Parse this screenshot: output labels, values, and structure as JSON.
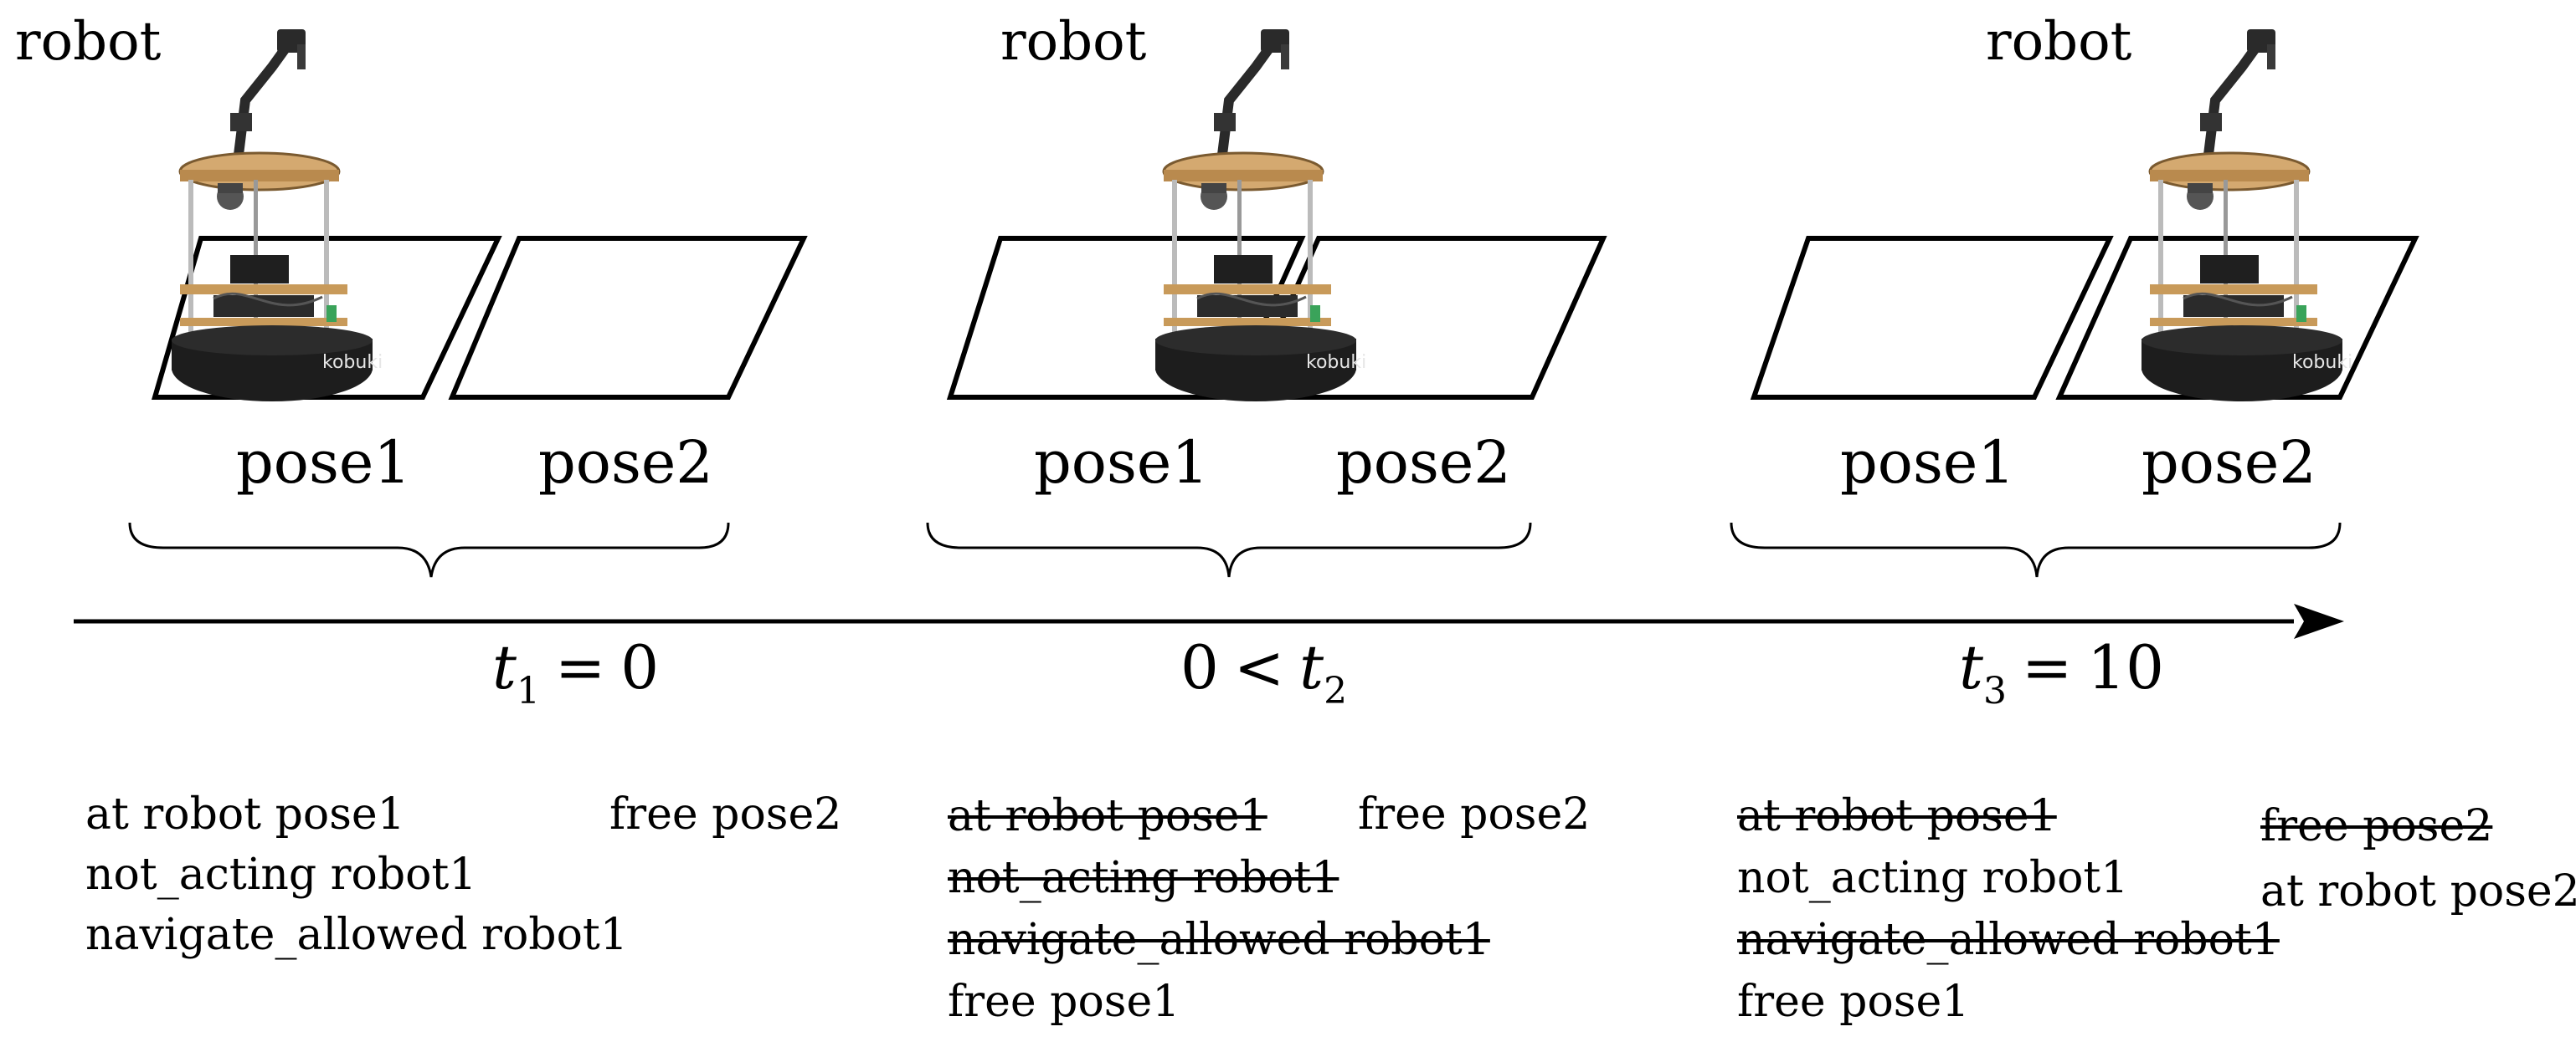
{
  "frames": [
    {
      "robot_label": "robot",
      "pose_labels": [
        "pose1",
        "pose2"
      ],
      "time": {
        "var": "t",
        "sub": "1",
        "rel": "=",
        "val": "0",
        "prefix": ""
      },
      "facts_col1": [
        {
          "text": "at robot pose1",
          "struck": false
        },
        {
          "text": "not_acting robot1",
          "struck": false
        },
        {
          "text": "navigate_allowed robot1",
          "struck": false
        }
      ],
      "facts_col2": [
        {
          "text": "free pose2",
          "struck": false
        }
      ]
    },
    {
      "robot_label": "robot",
      "pose_labels": [
        "pose1",
        "pose2"
      ],
      "time": {
        "var": "t",
        "sub": "2",
        "rel": "<",
        "val": "",
        "prefix": "0"
      },
      "facts_col1": [
        {
          "text": "at robot pose1",
          "struck": true
        },
        {
          "text": "not_acting robot1",
          "struck": true
        },
        {
          "text": "navigate_allowed robot1",
          "struck": true
        },
        {
          "text": "free pose1",
          "struck": false
        }
      ],
      "facts_col2": [
        {
          "text": "free pose2",
          "struck": false
        }
      ]
    },
    {
      "robot_label": "robot",
      "pose_labels": [
        "pose1",
        "pose2"
      ],
      "time": {
        "var": "t",
        "sub": "3",
        "rel": "=",
        "val": "10",
        "prefix": ""
      },
      "facts_col1": [
        {
          "text": "at robot pose1",
          "struck": true
        },
        {
          "text": "not_acting robot1",
          "struck": false
        },
        {
          "text": "navigate_allowed robot1",
          "struck": true
        },
        {
          "text": "free pose1",
          "struck": false
        }
      ],
      "facts_col2": [
        {
          "text": "free pose2",
          "struck": true
        },
        {
          "text": "at robot pose2",
          "struck": false
        }
      ]
    }
  ],
  "robot_base_brand": "kobuki",
  "colors": {
    "stroke": "#000000",
    "robot_wood": "#c89a5a",
    "robot_dark": "#1d1d1d",
    "robot_metal": "#9a9a9a"
  }
}
